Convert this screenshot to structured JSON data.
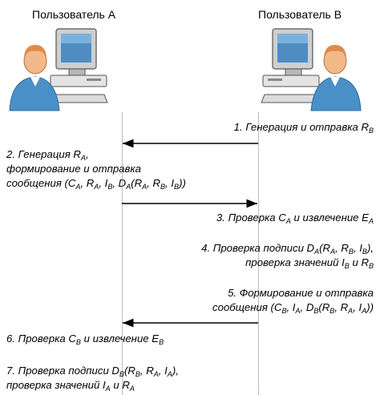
{
  "user_a": {
    "label": "Пользователь A"
  },
  "user_b": {
    "label": "Пользователь B"
  },
  "steps": [
    {
      "lines": [
        [
          {
            "t": "1. Генерация и отправка R"
          },
          {
            "sub": "B"
          }
        ]
      ],
      "direction": "to-a"
    },
    {
      "lines": [
        [
          {
            "t": "2. Генерация R"
          },
          {
            "sub": "A"
          },
          {
            "t": ","
          }
        ],
        [
          {
            "t": "формирование и отправка"
          }
        ],
        [
          {
            "t": "сообщения (C"
          },
          {
            "sub": "A"
          },
          {
            "t": ", R"
          },
          {
            "sub": "A"
          },
          {
            "t": ", I"
          },
          {
            "sub": "B"
          },
          {
            "t": ", D"
          },
          {
            "sub": "A"
          },
          {
            "t": "(R"
          },
          {
            "sub": "A"
          },
          {
            "t": ", R"
          },
          {
            "sub": "B"
          },
          {
            "t": ", I"
          },
          {
            "sub": "B"
          },
          {
            "t": "))"
          }
        ]
      ],
      "direction": "to-b"
    },
    {
      "lines": [
        [
          {
            "t": "3. Проверка C"
          },
          {
            "sub": "A"
          },
          {
            "t": " и извлечение E"
          },
          {
            "sub": "A"
          }
        ]
      ],
      "direction": "none"
    },
    {
      "lines": [
        [
          {
            "t": "4. Проверка подписи D"
          },
          {
            "sub": "A"
          },
          {
            "t": "(R"
          },
          {
            "sub": "A"
          },
          {
            "t": ", R"
          },
          {
            "sub": "B"
          },
          {
            "t": ", I"
          },
          {
            "sub": "B"
          },
          {
            "t": "),"
          }
        ],
        [
          {
            "t": "проверка значений I"
          },
          {
            "sub": "B"
          },
          {
            "t": " и R"
          },
          {
            "sub": "B"
          }
        ]
      ],
      "direction": "none"
    },
    {
      "lines": [
        [
          {
            "t": "5. Формирование и отправка"
          }
        ],
        [
          {
            "t": "сообщения (C"
          },
          {
            "sub": "B"
          },
          {
            "t": ", I"
          },
          {
            "sub": "A"
          },
          {
            "t": ", D"
          },
          {
            "sub": "B"
          },
          {
            "t": "(R"
          },
          {
            "sub": "B"
          },
          {
            "t": ", R"
          },
          {
            "sub": "A"
          },
          {
            "t": ", I"
          },
          {
            "sub": "A"
          },
          {
            "t": "))"
          }
        ]
      ],
      "direction": "to-a"
    },
    {
      "lines": [
        [
          {
            "t": "6. Проверка C"
          },
          {
            "sub": "B"
          },
          {
            "t": " и извлечение E"
          },
          {
            "sub": "B"
          }
        ]
      ],
      "direction": "none"
    },
    {
      "lines": [
        [
          {
            "t": "7. Проверка подписи D"
          },
          {
            "sub": "B"
          },
          {
            "t": "(R"
          },
          {
            "sub": "B"
          },
          {
            "t": ", R"
          },
          {
            "sub": "A"
          },
          {
            "t": ", I"
          },
          {
            "sub": "A"
          },
          {
            "t": "),"
          }
        ],
        [
          {
            "t": "проверка значений I"
          },
          {
            "sub": "A"
          },
          {
            "t": " и R"
          },
          {
            "sub": "A"
          }
        ]
      ],
      "direction": "none"
    }
  ],
  "colors": {
    "line": "#000000",
    "lifeline": "#7a7a7a",
    "person_body": "#4a90c8",
    "person_head": "#f2b98a",
    "monitor": "#dcdcdc"
  },
  "icons": {
    "user_a": "user-at-computer-icon",
    "user_b": "user-at-computer-icon"
  }
}
